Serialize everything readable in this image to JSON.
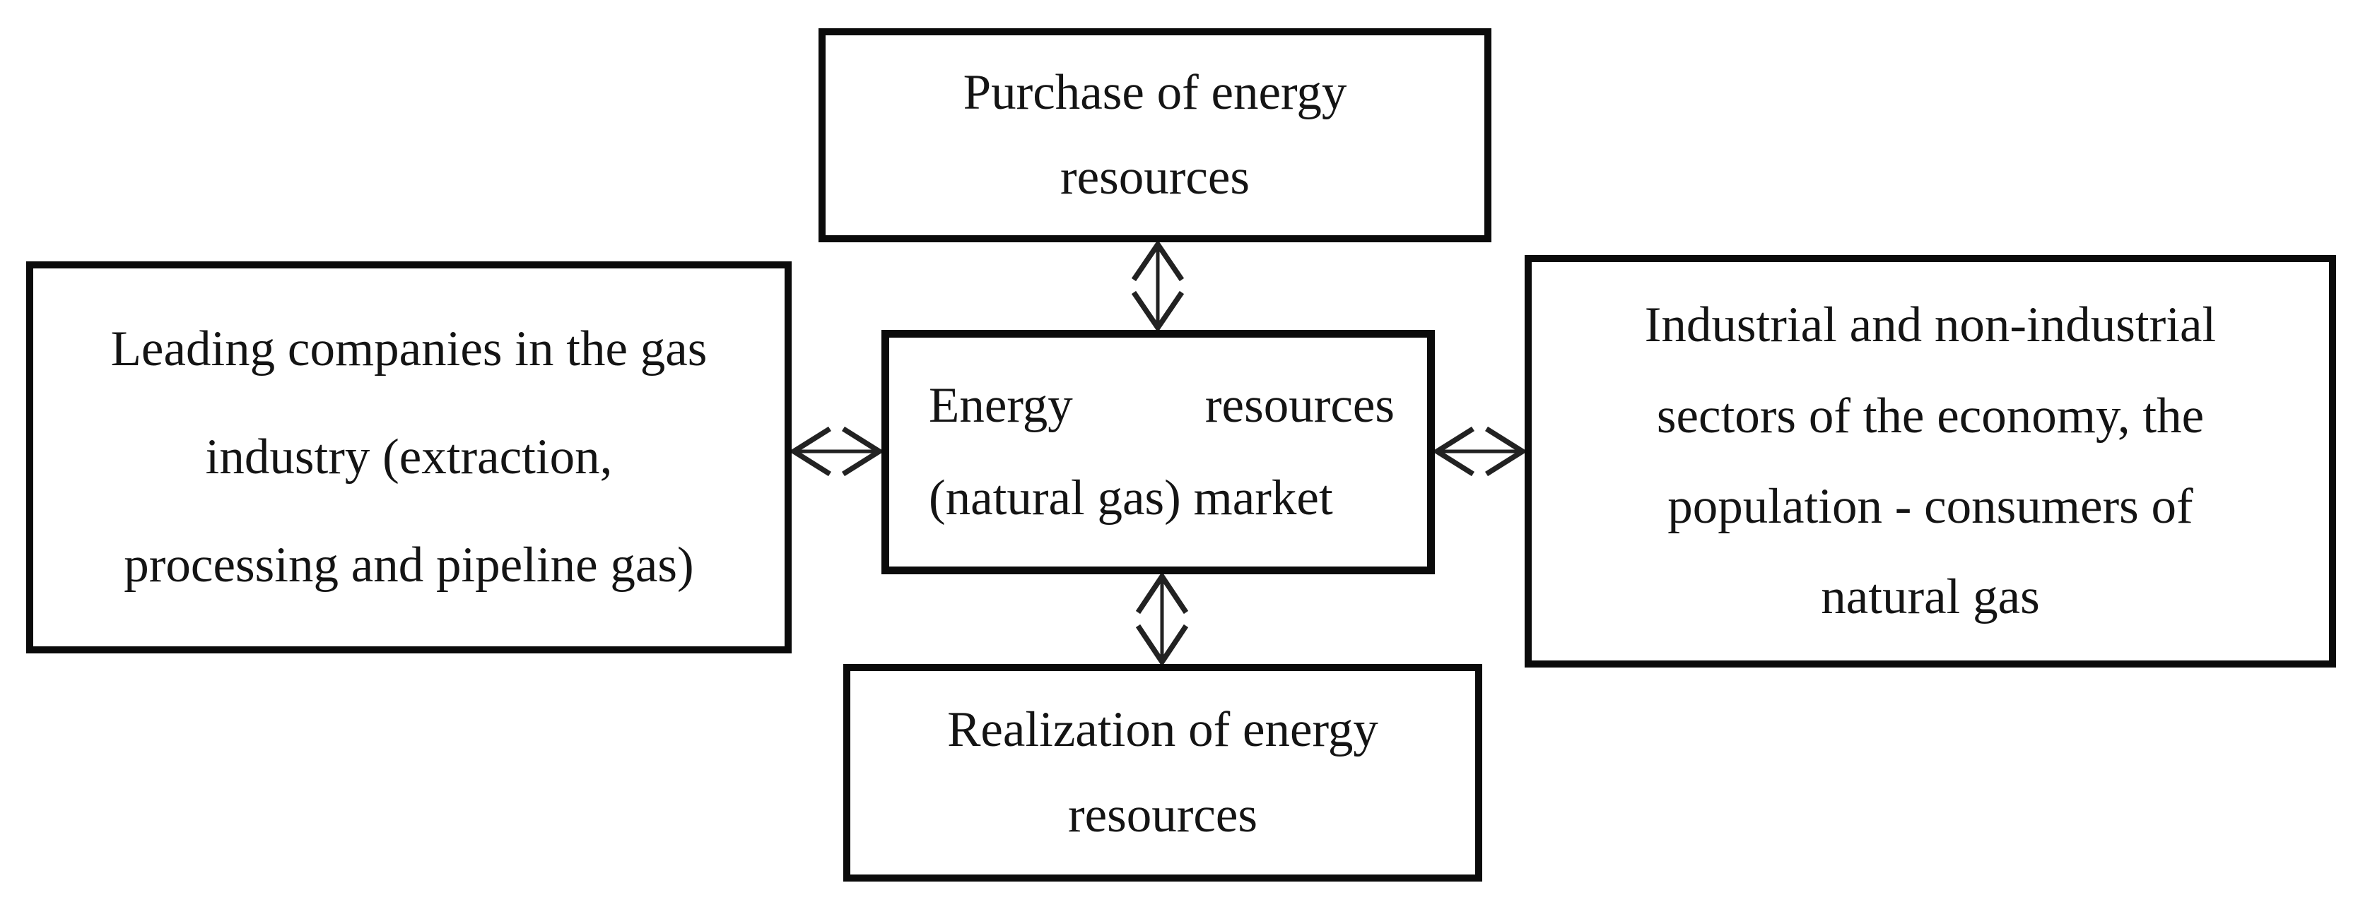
{
  "figure": {
    "colors": {
      "background": "#ffffff",
      "box_border": "#0b0b0b",
      "text": "#141414",
      "arrow": "#222222"
    },
    "boxes": {
      "purchase": {
        "lines": [
          "Purchase of energy",
          "resources"
        ]
      },
      "leading_companies": {
        "lines": [
          "Leading companies in the gas",
          "industry (extraction,",
          "processing and pipeline gas)"
        ]
      },
      "market": {
        "line1_word1": "Energy",
        "line1_word2": "resources",
        "line2": "(natural gas) market"
      },
      "consumers": {
        "lines": [
          "Industrial and non-industrial",
          "sectors of the economy, the",
          "population - consumers of",
          "natural gas"
        ]
      },
      "realization": {
        "lines": [
          "Realization of energy",
          "resources"
        ]
      }
    },
    "arrows": [
      {
        "name": "market-purchase",
        "type": "vertical-double-headed"
      },
      {
        "name": "market-realization",
        "type": "vertical-double-headed"
      },
      {
        "name": "leading-market",
        "type": "horizontal-double-headed"
      },
      {
        "name": "market-consumers",
        "type": "horizontal-double-headed"
      }
    ]
  }
}
